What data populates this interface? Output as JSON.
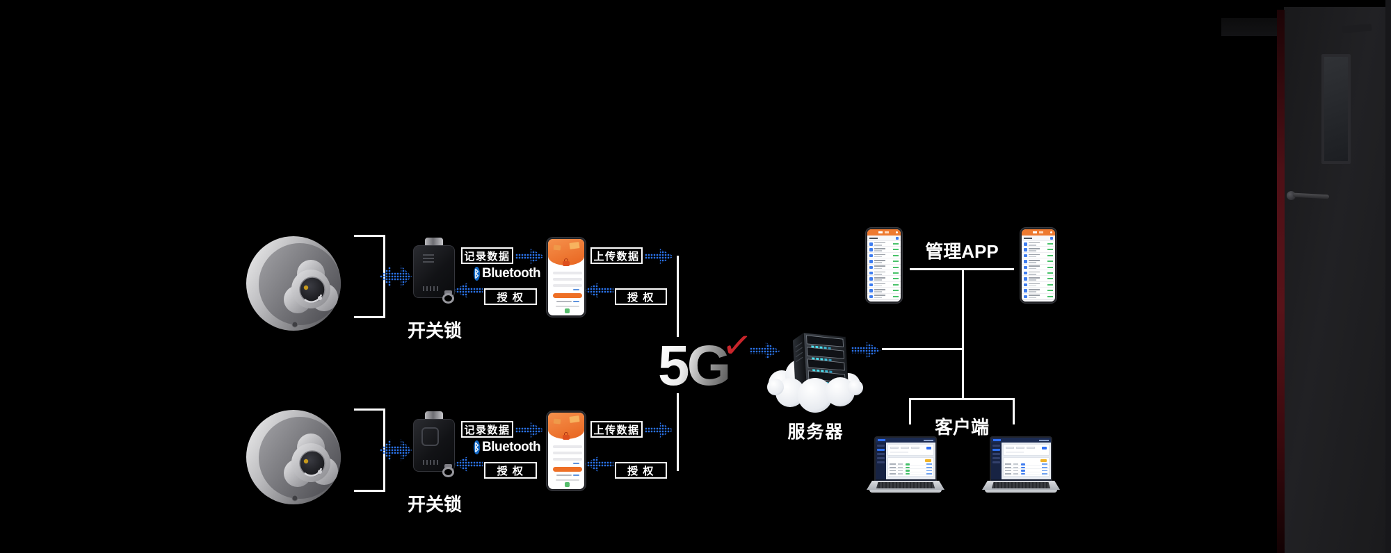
{
  "colors": {
    "background": "#000000",
    "connector_white": "#ffffff",
    "arrow_blue": "#2a72ea",
    "bluetooth_blue": "#1168c6",
    "five_g_gradient_top": "#ffffff",
    "five_g_gradient_bottom": "#5c5c5c",
    "check_red": "#c9252b",
    "server_led_cyan": "#49e0ee",
    "app_orange": "#ee7a30",
    "status_green": "#49c26a",
    "dashboard_navy": "#1b2b52",
    "dashboard_blue": "#2f6ef5",
    "door_red_edge": "#581319"
  },
  "icons": {
    "bluetooth": "ᛒ",
    "check": "✓"
  },
  "lock_modules": [
    {
      "lock_label": "开关锁",
      "record_data": "记录数据",
      "bluetooth": "Bluetooth",
      "authorize_device": "授 权",
      "upload_data": "上传数据",
      "authorize_phone": "授 权"
    },
    {
      "lock_label": "开关锁",
      "record_data": "记录数据",
      "bluetooth": "Bluetooth",
      "authorize_device": "授 权",
      "upload_data": "上传数据",
      "authorize_phone": "授 权"
    }
  ],
  "network": {
    "five_g": "5G",
    "server_label": "服务器"
  },
  "management": {
    "app_label": "管理APP",
    "client_label": "客户端"
  }
}
